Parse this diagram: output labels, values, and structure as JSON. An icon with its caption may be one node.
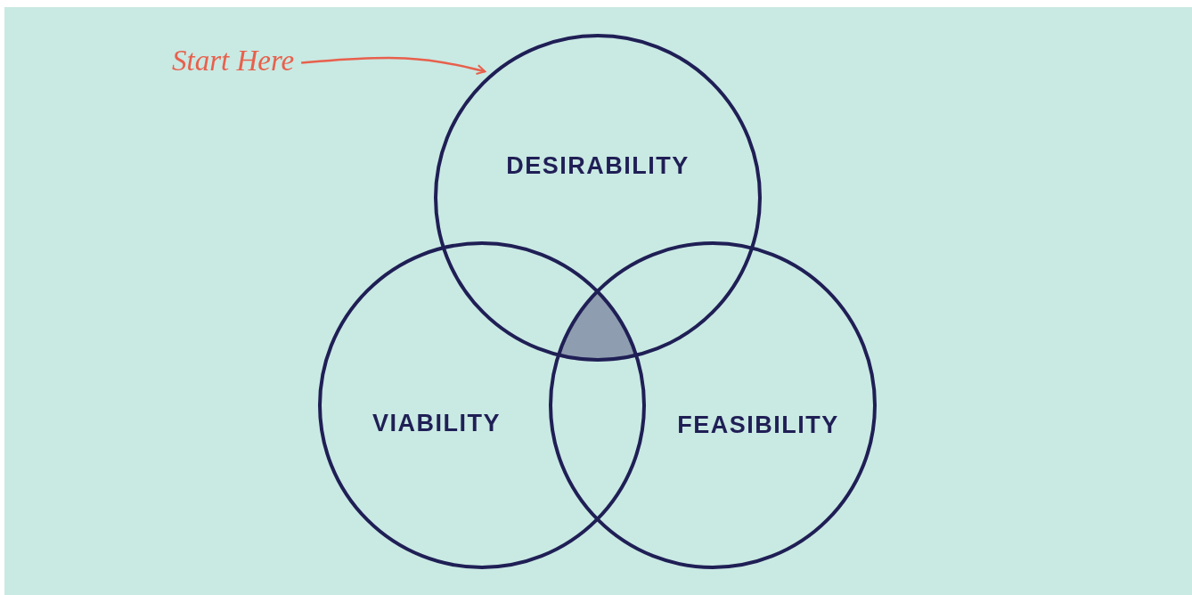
{
  "diagram": {
    "nodes": [
      {
        "text": [
          "Start Here"
        ]
      },
      {
        "text": [
          "DESIRABILITY"
        ]
      },
      {
        "text": [
          "VIABILITY"
        ]
      },
      {
        "text": [
          "FEASIBILITY"
        ]
      },
      {
        "text": [],
        "shape": "triangle"
      }
    ],
    "edges": [
      {
        "from": 0,
        "to": 1,
        "arrow": "to"
      }
    ]
  }
}
